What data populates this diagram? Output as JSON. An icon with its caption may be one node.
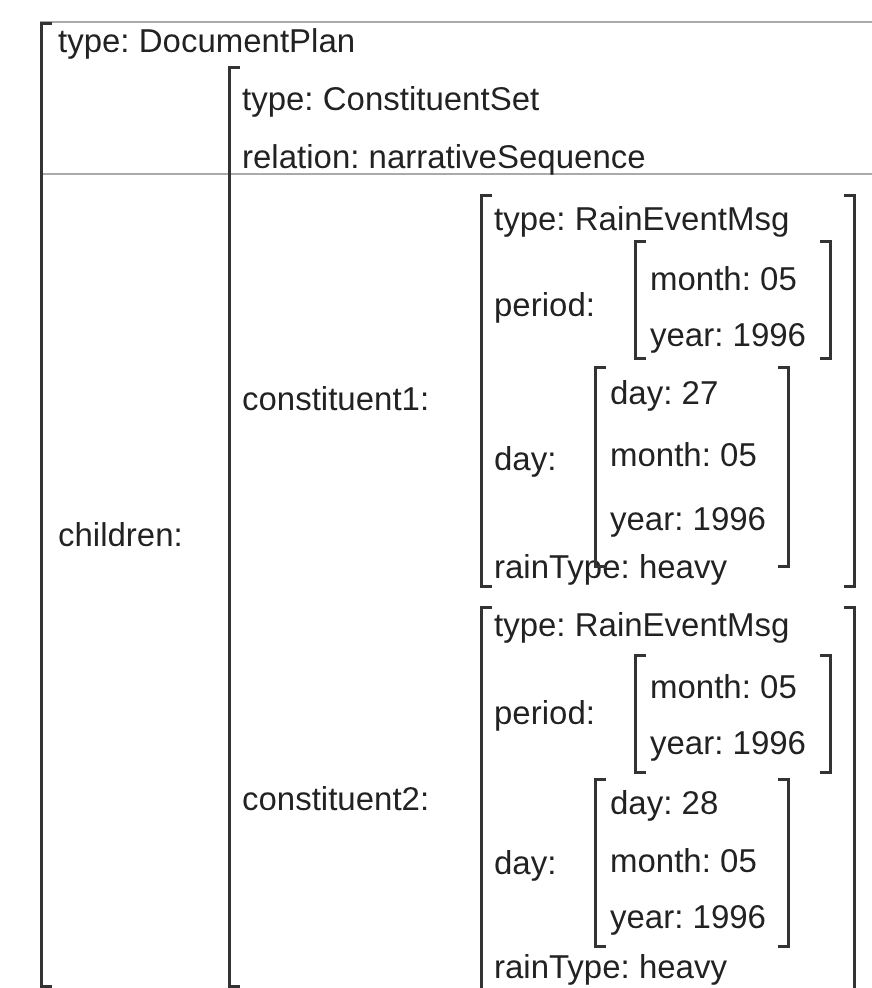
{
  "diagram": {
    "nodes": [
      {
        "text": [
          "type: DocumentPlan",
          "children:"
        ]
      },
      {
        "text": [
          "type: ConstituentSet",
          "relation: narrativeSequence",
          "constituent1:",
          "constituent2:"
        ],
        "in": 0
      },
      {
        "text": [
          "type: RainEventMsg",
          "period:",
          "day:",
          "rainType: heavy"
        ],
        "in": 1
      },
      {
        "text": [
          "month: 05",
          "year: 1996"
        ],
        "in": 2
      },
      {
        "text": [
          "day: 27",
          "month: 05",
          "year: 1996"
        ],
        "in": 2
      },
      {
        "text": [
          "type: RainEventMsg",
          "period:",
          "day:",
          "rainType: heavy"
        ],
        "in": 1
      },
      {
        "text": [
          "month: 05",
          "year: 1996"
        ],
        "in": 5
      },
      {
        "text": [
          "day: 28",
          "month: 05",
          "year: 1996"
        ],
        "in": 5
      }
    ]
  }
}
